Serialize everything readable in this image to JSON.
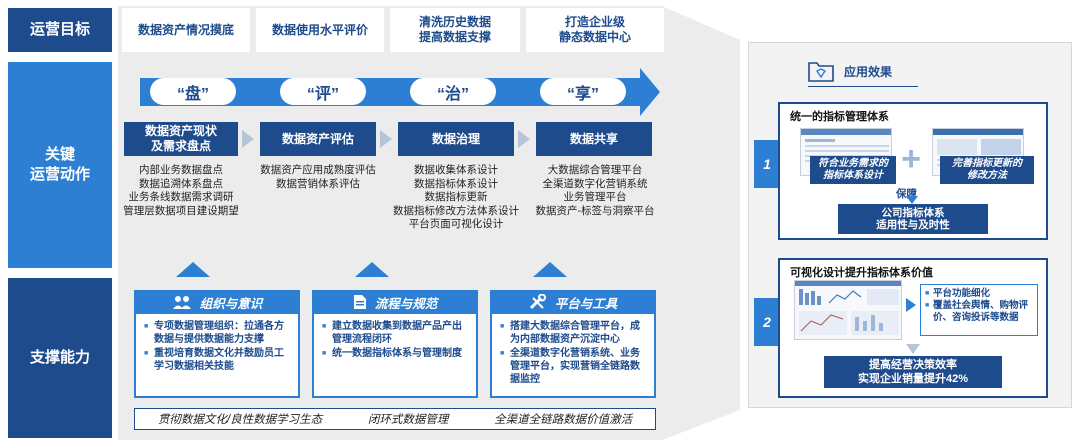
{
  "rows": {
    "goals_label": "运营目标",
    "actions_label": "关键\n运营动作",
    "support_label": "支撑能力"
  },
  "goals": [
    "数据资产情况摸底",
    "数据使用水平评价",
    "清洗历史数据\n提高数据支撑",
    "打造企业级\n静态数据中心"
  ],
  "flow_words": [
    "“盘”",
    "“评”",
    "“治”",
    "“享”"
  ],
  "stages": [
    {
      "title": "数据资产现状\n及需求盘点",
      "details": [
        "内部业务数据盘点",
        "数据追溯体系盘点",
        "业务条线数据需求调研",
        "管理层数据项目建设期望"
      ]
    },
    {
      "title": "数据资产评估",
      "details": [
        "数据资产应用成熟度评估",
        "数据营销体系评估"
      ]
    },
    {
      "title": "数据治理",
      "details": [
        "数据收集体系设计",
        "数据指标体系设计",
        "数据指标更新",
        "数据指标修改方法体系设计",
        "平台页面可视化设计"
      ]
    },
    {
      "title": "数据共享",
      "details": [
        "大数据综合管理平台",
        "全渠道数字化营销系统",
        "业务管理平台",
        "数据资产-标签与洞察平台"
      ]
    }
  ],
  "support": [
    {
      "title": "组织与意识",
      "icon": "people-icon",
      "items": [
        "专项数据管理组织：拉通各方数据与提供数据能力支撑",
        "重视培育数据文化并鼓励员工学习数据相关技能"
      ]
    },
    {
      "title": "流程与规范",
      "icon": "document-icon",
      "items": [
        "建立数据收集到数据产品产出管理流程闭环",
        "统一数据指标体系与管理制度"
      ]
    },
    {
      "title": "平台与工具",
      "icon": "tools-icon",
      "items": [
        "搭建大数据综合管理平台，成为内部数据资产沉淀中心",
        "全渠道数字化营销系统、业务管理平台，实现营销全链路数据监控"
      ]
    }
  ],
  "bottom_bar": [
    "贯彻数据文化/良性数据学习生态",
    "闭环式数据管理",
    "全渠道全链路数据价值激活"
  ],
  "effects": {
    "header": "应用效果",
    "header_icon": "folder-diamond-icon",
    "card1": {
      "number": "1",
      "title": "统一的指标管理体系",
      "tag_left": "符合业务需求的\n指标体系设计",
      "tag_right": "完善指标更新的\n修改方法",
      "plus": "+",
      "guarantee": "保障",
      "result": "公司指标体系\n适用性与及时性"
    },
    "card2": {
      "number": "2",
      "title": "可视化设计提升指标体系价值",
      "bullets": [
        "平台功能细化",
        "覆盖社会舆情、购物评价、咨询投诉等数据"
      ],
      "result": "提高经营决策效率\n实现企业销量提升42%"
    }
  },
  "colors": {
    "navy": "#1e4b8c",
    "blue": "#2d7fd4",
    "gray": "#ececec",
    "arrow": "#2d7fd4"
  }
}
